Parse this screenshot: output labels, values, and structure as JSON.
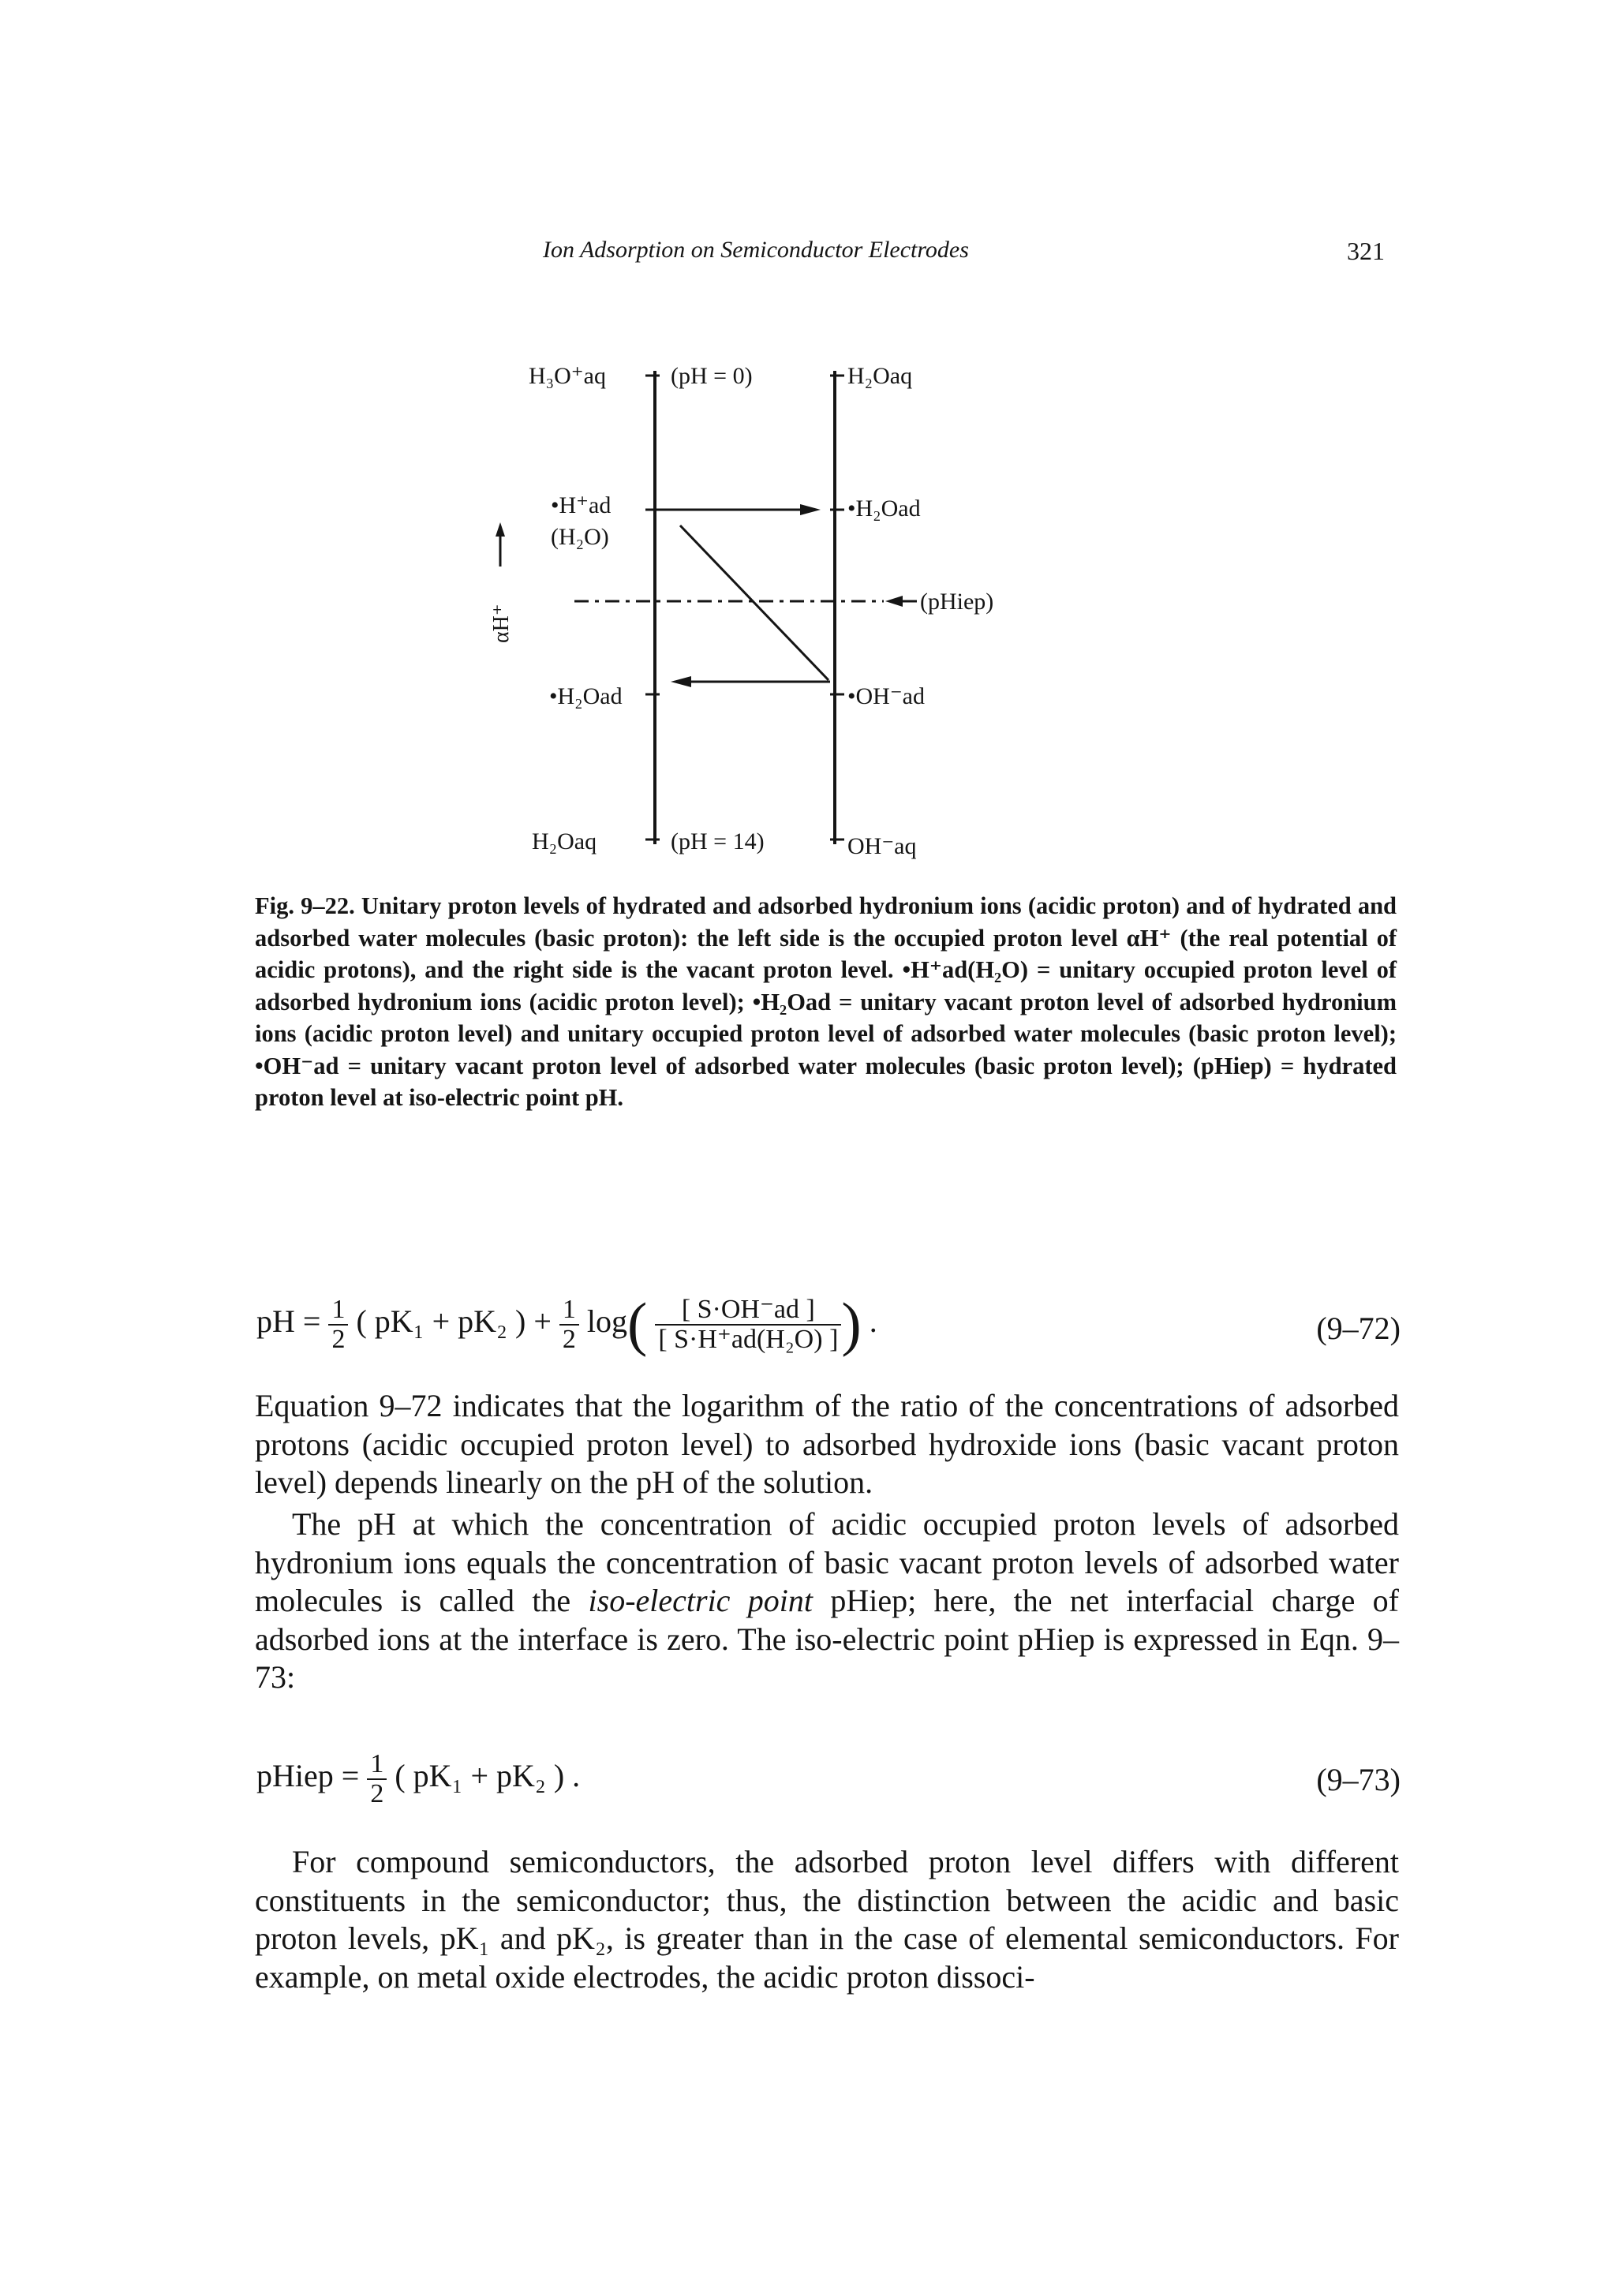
{
  "header": {
    "running_title": "Ion Adsorption on Semiconductor Electrodes",
    "page_number": "321"
  },
  "figure": {
    "labels": {
      "top_left": "H₃O⁺aq",
      "top_center": "(pH = 0)",
      "top_right": "H₂Oaq",
      "upper_left": "•H⁺ad",
      "upper_left_sub": "(H₂O)",
      "upper_right": "•H₂Oad",
      "mid_right": "(pHiep)",
      "lower_left": "•H₂Oad",
      "lower_right": "•OH⁻ad",
      "bottom_left": "H₂Oaq",
      "bottom_center": "(pH = 14)",
      "bottom_right": "OH⁻aq",
      "axis_label": "αH⁺"
    },
    "caption_label": "Fig. 9–22.",
    "caption_text": "Unitary proton levels of hydrated and adsorbed hydronium ions (acidic proton) and of hydrated and adsorbed water molecules (basic proton): the left side is the occupied proton level αH⁺ (the real potential of acidic protons), and the right side is the vacant proton level. •H⁺ad(H₂O) = unitary occupied proton level of adsorbed hydronium ions (acidic proton level); •H₂Oad = unitary vacant proton level of adsorbed hydronium ions (acidic proton level) and unitary occupied proton level of adsorbed water molecules (basic proton level); •OH⁻ad = unitary vacant proton level of adsorbed water molecules (basic proton level); (pHiep) = hydrated proton level at iso-electric point pH."
  },
  "equations": {
    "eq72": {
      "lhs": "pH =",
      "half": [
        "1",
        "2"
      ],
      "term1": "( pK₁ + pK₂ ) +",
      "log": "log",
      "numerator": "[ S·OH⁻ad ]",
      "denominator": "[ S·H⁺ad(H₂O) ]",
      "trailing": ".",
      "number": "(9–72)"
    },
    "eq73": {
      "lhs": "pHiep =",
      "half": [
        "1",
        "2"
      ],
      "rhs": "( pK₁ + pK₂ ) .",
      "number": "(9–73)"
    }
  },
  "paragraphs": {
    "p1": "Equation 9–72 indicates that the logarithm of the ratio of the concentrations of adsorbed protons (acidic occupied proton level) to adsorbed hydroxide ions (basic vacant proton level) depends linearly on the pH of the solution.",
    "p2_before": "The pH at which the concentration of acidic occupied proton levels of adsorbed hydronium ions equals the concentration of basic vacant proton levels of adsorbed water molecules is called the ",
    "p2_term": "iso-electric point",
    "p2_after": " pHiep; here, the net interfacial charge of adsorbed ions at the interface is zero. The iso-electric point pHiep is expressed in Eqn. 9–73:",
    "p3": "For compound semiconductors, the adsorbed proton level differs with different constituents in the semiconductor; thus, the distinction between the acidic and basic proton levels, pK₁ and pK₂, is greater than in the case of elemental semiconductors. For example, on metal oxide electrodes, the acidic proton dissoci-"
  }
}
